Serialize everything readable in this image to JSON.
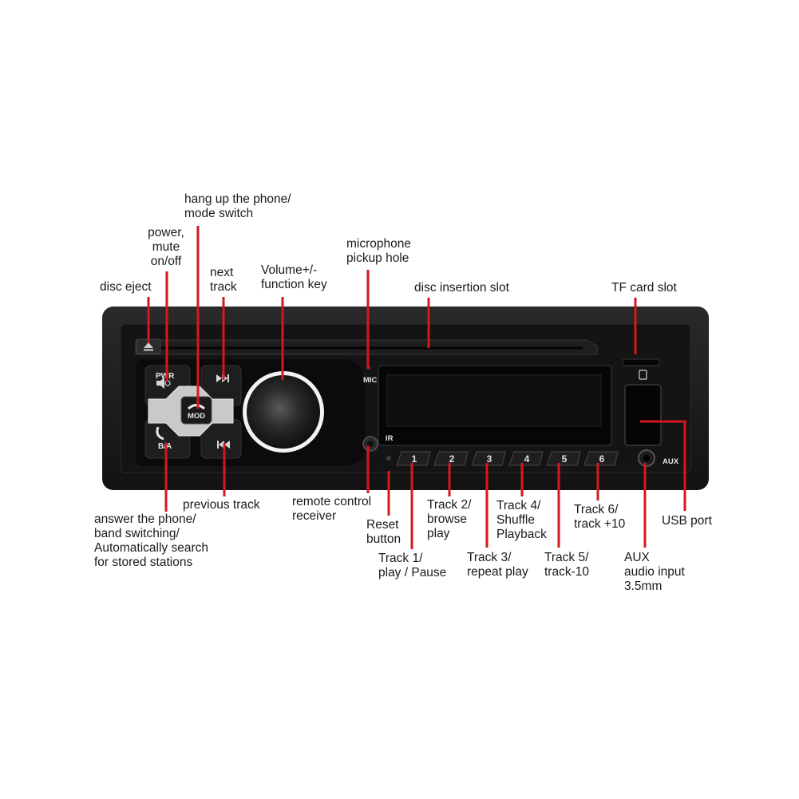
{
  "device": {
    "pwr_text": "PWR",
    "mod_text": "MOD",
    "ba_text": "B/A",
    "mic_text": "MIC",
    "ir_text": "IR",
    "aux_text": "AUX",
    "preset_buttons": [
      "1",
      "2",
      "3",
      "4",
      "5",
      "6"
    ]
  },
  "labels": {
    "hangup": [
      "hang up the phone/",
      "mode switch"
    ],
    "power": [
      "power,",
      "mute",
      "on/off"
    ],
    "disc_eject": [
      "disc eject"
    ],
    "next_track": [
      "next",
      "track"
    ],
    "volume": [
      "Volume+/-",
      "function key"
    ],
    "microphone": [
      "microphone",
      "pickup hole"
    ],
    "disc_slot": [
      "disc insertion slot"
    ],
    "tf_card": [
      "TF card slot"
    ],
    "answer_phone": [
      "answer the phone/",
      "band switching/",
      "Automatically search",
      "for stored stations"
    ],
    "previous_track": [
      "previous track"
    ],
    "remote_receiver": [
      "remote control",
      "receiver"
    ],
    "reset": [
      "Reset",
      "button"
    ],
    "track1": [
      "Track 1/",
      "play / Pause"
    ],
    "track2": [
      "Track 2/",
      "browse",
      "play"
    ],
    "track3": [
      "Track 3/",
      "repeat play"
    ],
    "track4": [
      "Track 4/",
      "Shuffle",
      "Playback"
    ],
    "track5": [
      "Track 5/",
      "track-10"
    ],
    "track6": [
      "Track 6/",
      "track +10"
    ],
    "usb_port": [
      "USB port"
    ],
    "aux_input": [
      "AUX",
      "audio input",
      "3.5mm"
    ]
  },
  "colors": {
    "pointer": "#d6171f",
    "body": "#1b1b1b",
    "panel": "#0a0a0a",
    "label_text": "#1a1a1a"
  }
}
